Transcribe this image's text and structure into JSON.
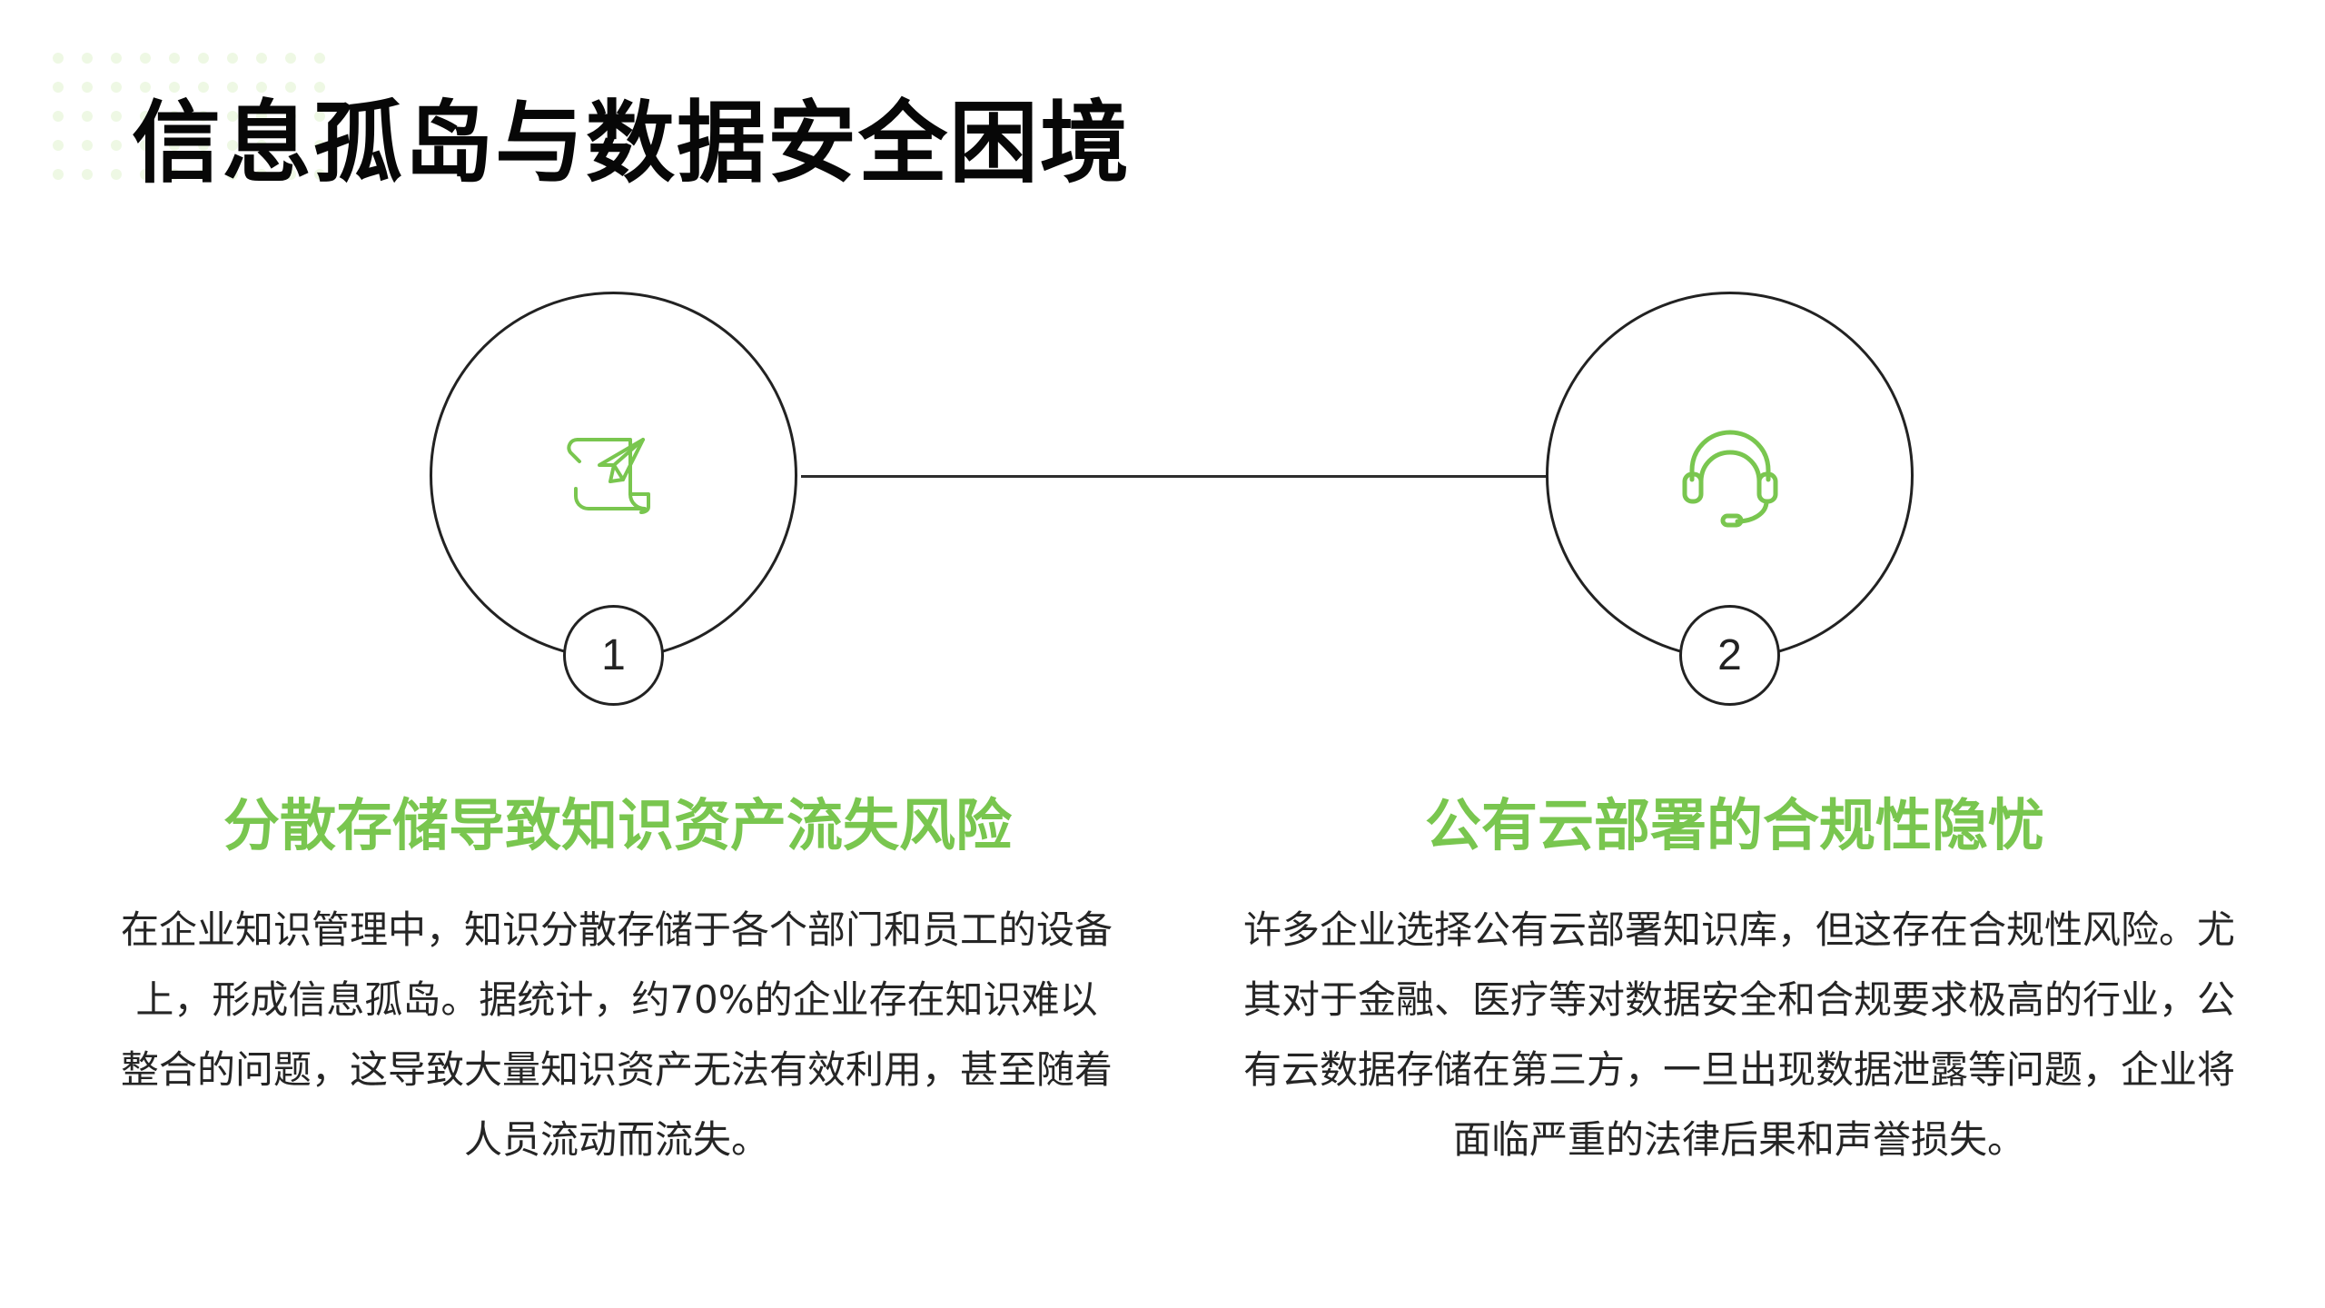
{
  "title": "信息孤岛与数据安全困境",
  "decorative_color": "#eef8e4",
  "accent_color": "#79c64f",
  "items": [
    {
      "number": "1",
      "icon": "scroll-with-paper-plane-icon",
      "heading": "分散存储导致知识资产流失风险",
      "body": "在企业知识管理中，知识分散存储于各个部门和员工的设备上，形成信息孤岛。据统计，约70%的企业存在知识难以整合的问题，这导致大量知识资产无法有效利用，甚至随着人员流动而流失。"
    },
    {
      "number": "2",
      "icon": "headset-icon",
      "heading": "公有云部署的合规性隐忧",
      "body": "许多企业选择公有云部署知识库，但这存在合规性风险。尤其对于金融、医疗等对数据安全和合规要求极高的行业，公有云数据存储在第三方，一旦出现数据泄露等问题，企业将面临严重的法律后果和声誉损失。"
    }
  ]
}
